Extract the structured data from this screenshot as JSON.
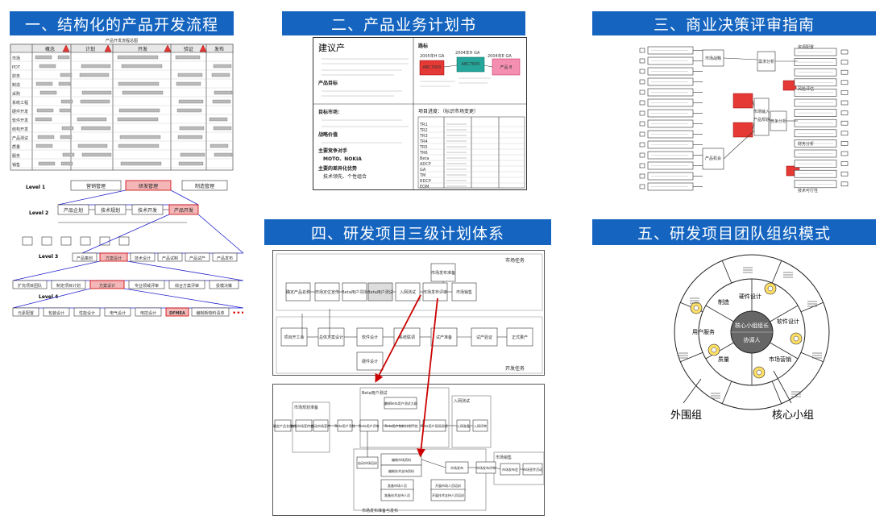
{
  "banners": [
    "一、结构化的产品开发流程",
    "二、产品业务计划书",
    "三、商业决策评审指南",
    "四、研发项目三级计划体系",
    "五、研发项目团队组织模式"
  ],
  "s1": {
    "chart_title": "产品开发流程总图",
    "phases": [
      "概念",
      "计划",
      "开发",
      "验证",
      "发布"
    ],
    "rows": [
      "市场",
      "PDT",
      "财务",
      "制造",
      "采购",
      "系统工程",
      "硬件开发",
      "软件开发",
      "结构开发",
      "产品测试",
      "质量",
      "服务",
      "销售"
    ],
    "levels": [
      "Level 1",
      "Level 2",
      "Level 3",
      "Level 4"
    ],
    "l1": [
      "营销管理",
      "研发管理",
      "制造管理"
    ],
    "l2": [
      "产品企划",
      "技术规划",
      "技术开发",
      "产品开发"
    ],
    "l3": [
      "产品策划",
      "方案设计",
      "技术设计",
      "产品试制",
      "产品试产",
      "产品发布"
    ],
    "l4": [
      "扩充项目团队",
      "制定项目计划",
      "方案设计",
      "专业领域评审",
      "综合方案评审",
      "投模决策"
    ],
    "l5": [
      "元素配置",
      "包装设计",
      "性能设计",
      "电气设计",
      "电控设计",
      "DFMEA",
      "编制新物料清单"
    ],
    "dots": "•••"
  },
  "s2": {
    "left_title": "建议产",
    "left_items": [
      "产品目标",
      "目标市场：",
      "战略价值",
      "主要竞争对手",
      "MOTO、NOKIA",
      "主要的差异化优势",
      "技术领先、个性组合"
    ],
    "right_title": "路标",
    "roadmap": [
      "2005年H GA",
      "2004年H GA",
      "2004年E GA",
      "ABC7000",
      "ABC7600",
      "产品 B"
    ],
    "progress_title": "项目进度：（标识市场变更）",
    "progress_rows": [
      "TR1",
      "TR2",
      "TR3",
      "TR4",
      "TR5",
      "TR6",
      "Beta",
      "ADCP",
      "GA",
      "TM",
      "RDCP",
      "EOM"
    ]
  },
  "s3": {
    "center": "市场输入",
    "center2": "产品规划",
    "mid": [
      "市场战略",
      "需求分析",
      "竞争分析",
      "产品机会"
    ],
    "right": [
      "财务分析",
      "风险评估",
      "资源配置",
      "技术可行性"
    ]
  },
  "s4": {
    "top_label": "市场任务",
    "bottom_label": "开发任务",
    "top_nodes": [
      "市场发布准备",
      "确定产品名称",
      "市场定位宣传",
      "Beta用户寻找",
      "Beta用户测试",
      "入网测试",
      "市场发布评审",
      "市场销售"
    ],
    "bottom_nodes": [
      "项目开工会",
      "总体方案设计",
      "软件设计",
      "系统联调",
      "试产准备",
      "试产验证",
      "正式量产",
      "硬件设计"
    ],
    "detail_top": "Beta用户测试",
    "detail_left": "市场规划准备",
    "detail_right": "入网测试",
    "detail_market": "市场销售",
    "detail_bottom": "市场发布准备与发布",
    "detail_nodes": [
      "确定产品名称",
      "编制市场宣传材料",
      "启动市场宣传",
      "Beta用户寻找",
      "Beta用户评审",
      "编制Beta用户测试大纲",
      "Beta用户物料计划下达",
      "Beta用户现场测试",
      "入网准备",
      "入网评审",
      "启动市场培训",
      "编制市场资料",
      "编制技术支持资料",
      "市场发布",
      "市场发布评审",
      "市场发布会",
      "市场宣传活动",
      "准备市场人员",
      "准备技术支持人员",
      "开展市场人员培训",
      "开展技术支持人员培训"
    ]
  },
  "s5": {
    "center1": "核心小组组长",
    "center2": "协调人",
    "inner": [
      "硬件设计",
      "软件设计",
      "市场营销",
      "质量",
      "用户服务",
      "制造"
    ],
    "outer_label": "外围组",
    "core_label": "核心小组"
  }
}
